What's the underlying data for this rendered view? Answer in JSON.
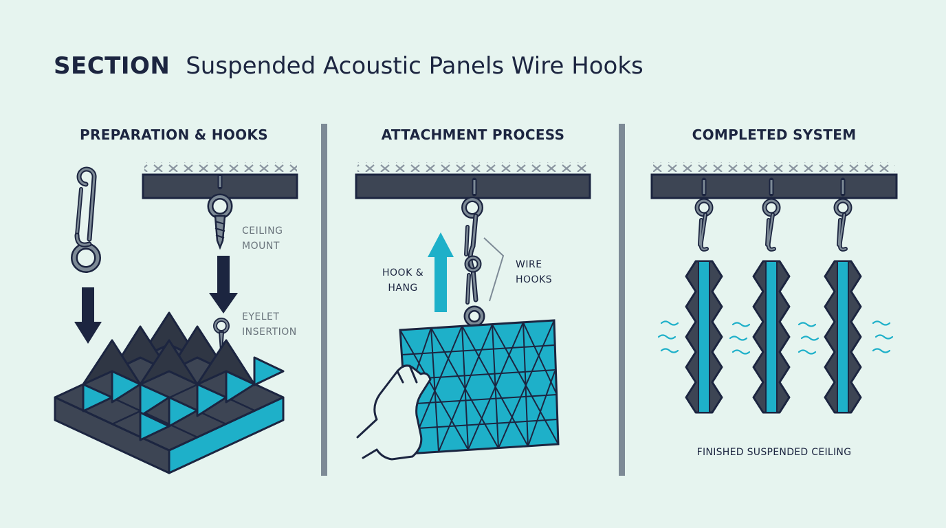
{
  "header": {
    "title_strong": "SECTION",
    "title_rest": "Suspended Acoustic Panels Wire Hooks"
  },
  "panels": [
    {
      "title": "PREPARATION & HOOKS"
    },
    {
      "title": "ATTACHMENT PROCESS"
    },
    {
      "title": "COMPLETED SYSTEM"
    }
  ],
  "labels": {
    "ceiling_mount": [
      "CEILING",
      "MOUNT"
    ],
    "eyelet_insertion": [
      "EYELET",
      "INSERTION"
    ],
    "hook_hang": [
      "HOOK &",
      "HANG"
    ],
    "wire_hooks": [
      "WIRE",
      "HOOKS"
    ],
    "finished": "FINISHED SUSPENDED CEILING"
  },
  "colors": {
    "background": "#e6f4ef",
    "navy": "#1c2540",
    "slate": "#3d4554",
    "teal": "#1eb0c9",
    "grey": "#7d8a96"
  }
}
